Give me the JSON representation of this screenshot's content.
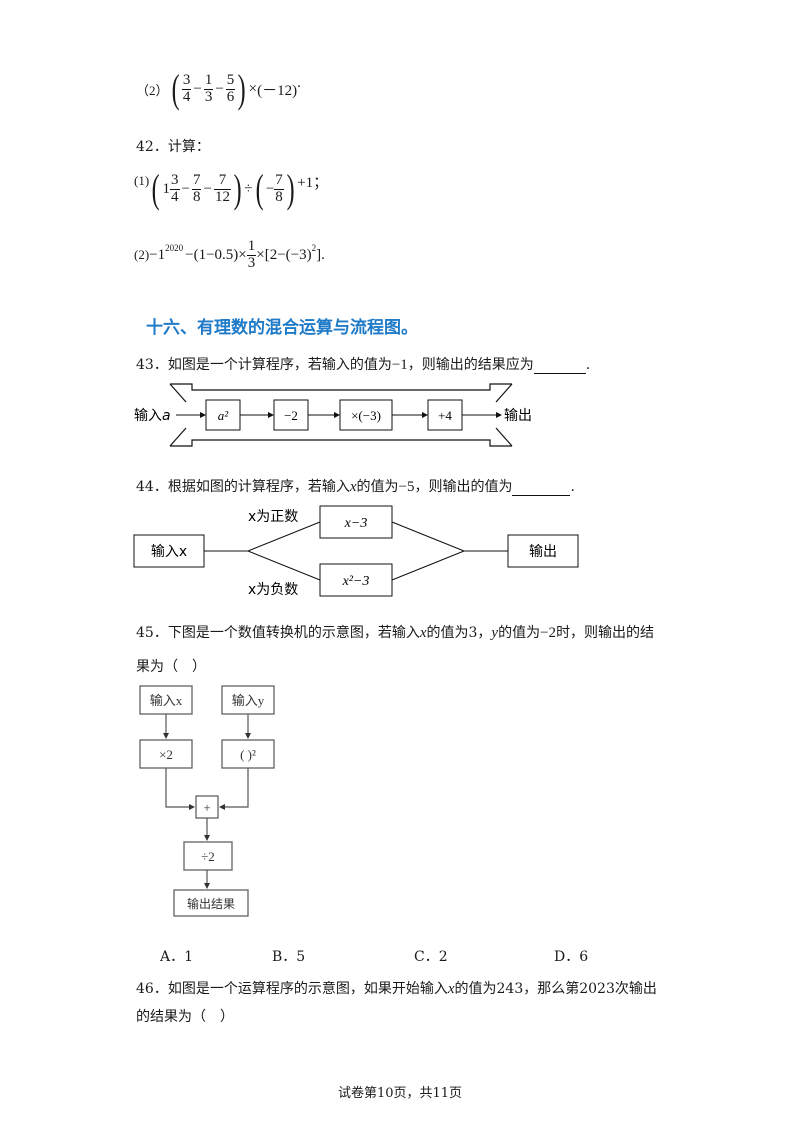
{
  "q41_2": {
    "label": "（2）",
    "times": "×",
    "neg12": "(－12)",
    "end": "."
  },
  "q42": {
    "header": "42．计算：",
    "p1_label": "(1)",
    "p2_label": "(2)",
    "p1_end": "+1；",
    "p2_expr_a": "−1",
    "p2_exp": "2020",
    "p2_expr_b": "−(1−0.5)×",
    "p2_expr_c": "×[2−(−3)",
    "p2_exp2": "2",
    "p2_expr_d": "]."
  },
  "section_title": "十六、有理数的混合运算与流程图。",
  "q43": {
    "text": "43．如图是一个计算程序，若输入的值为",
    "value": "−1",
    "text2": "，则输出的结果应为",
    "end": ".",
    "input_label": "输入",
    "input_var": "a",
    "steps": [
      "a²",
      "−2",
      "×(−3)",
      "+4"
    ],
    "output_label": "输出"
  },
  "q44": {
    "text": "44．根据如图的计算程序，若输入",
    "var": "x",
    "text2": "的值为",
    "value": "−5",
    "text3": "，则输出的值为",
    "end": ".",
    "input_box": "输入x",
    "upper_cond": "x为正数",
    "lower_cond": "x为负数",
    "upper_box": "x−3",
    "lower_box": "x²−3",
    "output_box": "输出"
  },
  "q45": {
    "line1": "45．下图是一个数值转换机的示意图，若输入",
    "x": "x",
    "mid1": "的值为3，",
    "y": "y",
    "mid2": "的值为",
    "value": "−2",
    "mid3": "时，则输出的结",
    "line2": "果为（　）",
    "boxes": {
      "in_x": "输入x",
      "in_y": "输入y",
      "times2": "×2",
      "square": "( )²",
      "plus": "+",
      "div2": "÷2",
      "result": "输出结果"
    },
    "options": [
      "A．1",
      "B．5",
      "C．2",
      "D．6"
    ]
  },
  "q46": {
    "line1a": "46．如图是一个运算程序的示意图，如果开始输入",
    "x": "x",
    "line1b": "的值为243，那么第2023次输出",
    "line2": "的结果为（　）"
  },
  "footer": "试卷第10页，共11页"
}
